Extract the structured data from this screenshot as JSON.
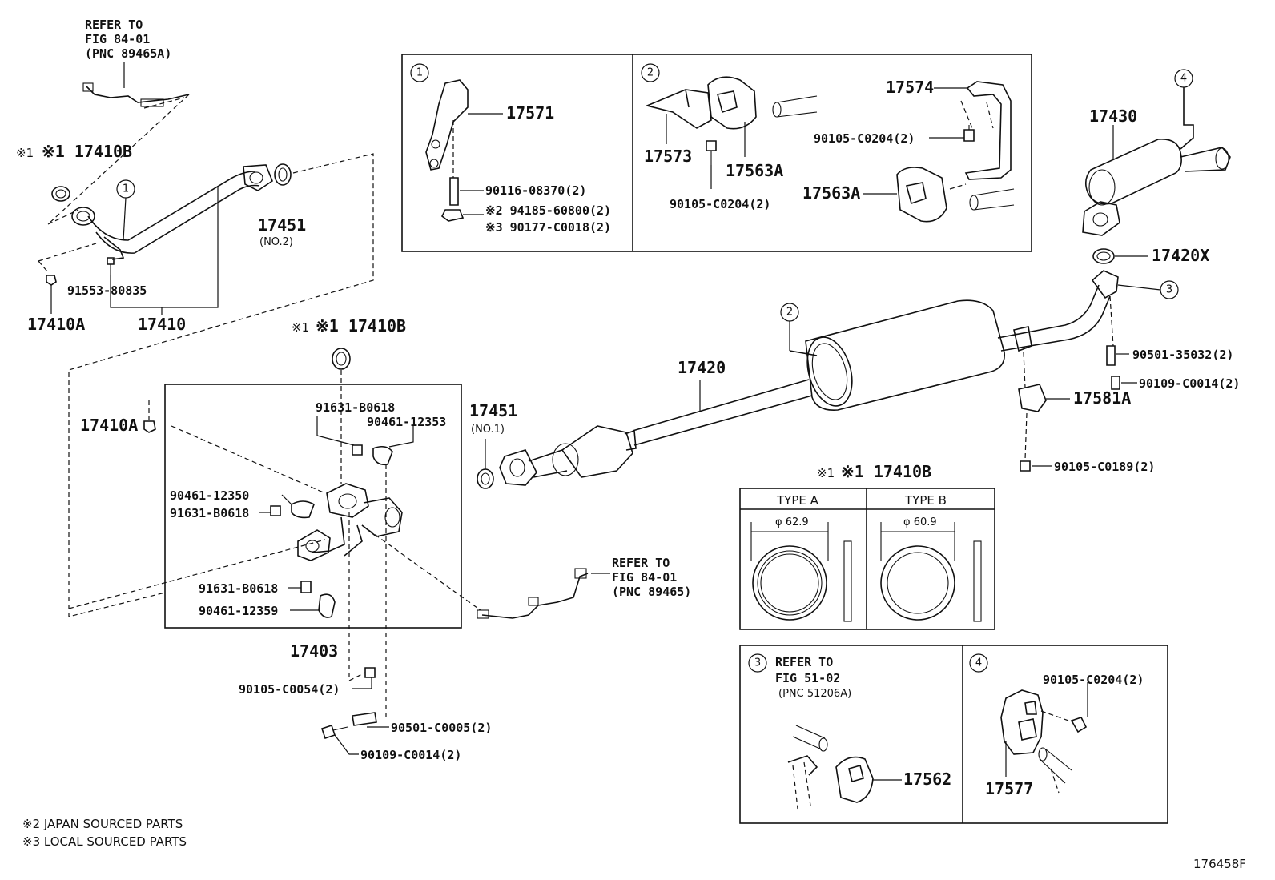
{
  "diagram_id": "176458F",
  "notes": {
    "note2": "※2  JAPAN SOURCED PARTS",
    "note3": "※3  LOCAL SOURCED PARTS"
  },
  "refs": {
    "top_left": [
      "REFER TO",
      "FIG 84-01",
      "(PNC 89465A)"
    ],
    "middle": [
      "REFER TO",
      "FIG 84-01",
      "(PNC 89465)"
    ],
    "detail3": [
      "REFER TO",
      "FIG 51-02",
      "(PNC 51206A)"
    ]
  },
  "callouts": {
    "c1": "1",
    "c2": "2",
    "c3": "3",
    "c4": "4"
  },
  "detail_box_1": {
    "p17571": "17571",
    "p90116": "90116-08370(2)",
    "p94185": "※2 94185-60800(2)",
    "p90177": "※3 90177-C0018(2)"
  },
  "detail_box_2": {
    "p17573": "17573",
    "p17563A_a": "17563A",
    "p90105_a": "90105-C0204(2)",
    "p17574": "17574",
    "p90105_b": "90105-C0204(2)",
    "p17563A_b": "17563A"
  },
  "main_parts": {
    "p17410B_top": "※1 17410B",
    "p17451_no2": "17451",
    "p17451_no2_sub": "(NO.2)",
    "p91553": "91553-80835",
    "p17410A_left": "17410A",
    "p17410": "17410",
    "p17410B_mid": "※1 17410B",
    "p17410A_box": "17410A",
    "p91631_a": "91631-B0618",
    "p90461_12353": "90461-12353",
    "p90461_12350": "90461-12350",
    "p91631_b": "91631-B0618",
    "p91631_c": "91631-B0618",
    "p90461_12359": "90461-12359",
    "p17403": "17403",
    "p90105_c0054": "90105-C0054(2)",
    "p90501_c0005": "90501-C0005(2)",
    "p90109_c0014_a": "90109-C0014(2)",
    "p17451_no1": "17451",
    "p17451_no1_sub": "(NO.1)",
    "p17420": "17420",
    "p17430": "17430",
    "p17420X": "17420X",
    "p90501_35032": "90501-35032(2)",
    "p90109_c0014_b": "90109-C0014(2)",
    "p17581A": "17581A",
    "p90105_c0189": "90105-C0189(2)"
  },
  "gasket_table": {
    "title": "※1 17410B",
    "type_a": "TYPE A",
    "type_b": "TYPE B",
    "dia_a": "φ 62.9",
    "dia_b": "φ 60.9"
  },
  "detail_box_3": {
    "p17562": "17562"
  },
  "detail_box_4": {
    "p90105": "90105-C0204(2)",
    "p17577": "17577"
  }
}
